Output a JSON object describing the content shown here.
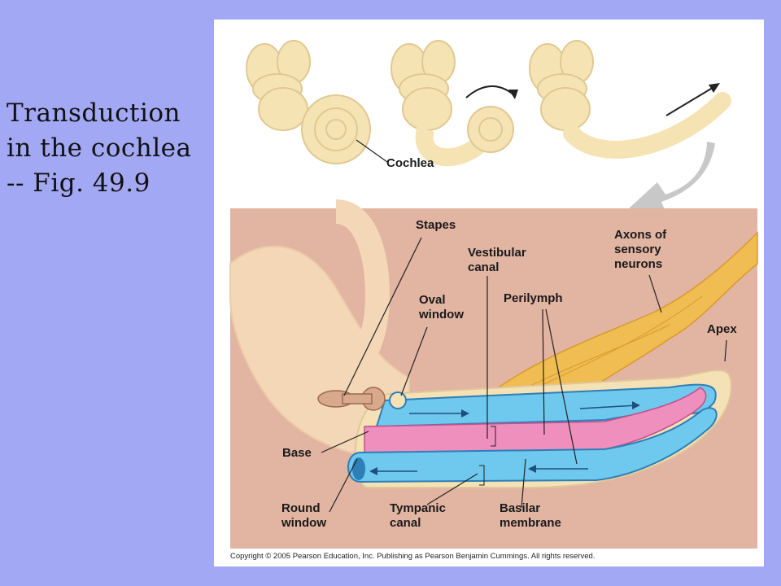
{
  "slide": {
    "title_lines": [
      "Transduction",
      "in the cochlea",
      "-- Fig. 49.9"
    ]
  },
  "figure": {
    "labels": {
      "cochlea": "Cochlea",
      "stapes": "Stapes",
      "vestibular_canal": "Vestibular\ncanal",
      "oval_window": "Oval\nwindow",
      "perilymph": "Perilymph",
      "axons": "Axons of\nsensory\nneurons",
      "apex": "Apex",
      "base": "Base",
      "round_window": "Round\nwindow",
      "tympanic_canal": "Tympanic\ncanal",
      "basilar_membrane": "Basilar\nmembrane"
    },
    "copyright": "Copyright © 2005 Pearson Education, Inc. Publishing as Pearson Benjamin Cummings. All rights reserved."
  },
  "colors": {
    "slide_background": "#a3a8f4",
    "bone": "#f6e3b4",
    "tissue": "#e2b4a2",
    "canal_blue": "#6fc8ee",
    "membrane_pink": "#ee8fbd",
    "nerve": "#f0bd52"
  }
}
